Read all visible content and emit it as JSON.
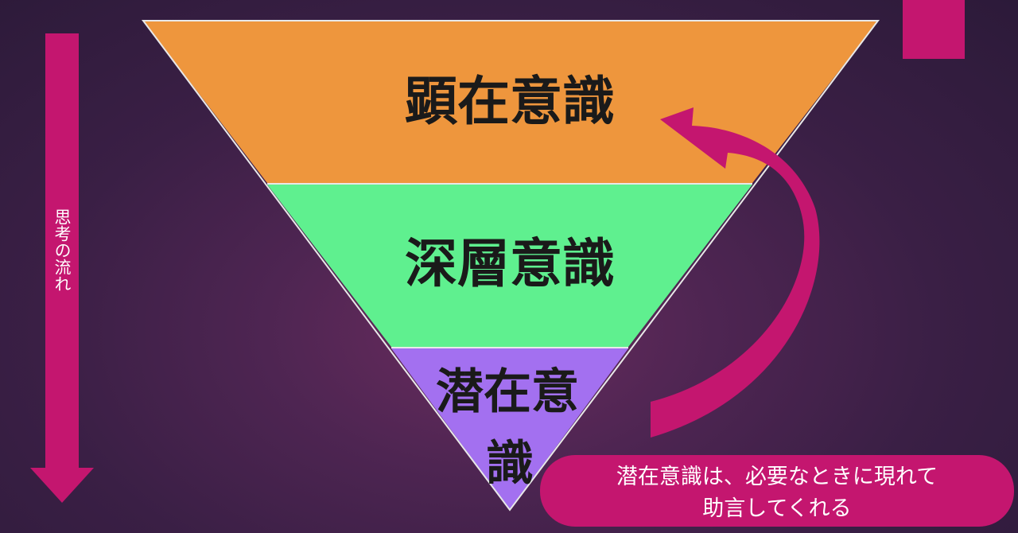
{
  "layers": {
    "top": {
      "label": "顕在意識",
      "color": "#ee963d"
    },
    "middle": {
      "label": "深層意識",
      "color": "#5ff08f"
    },
    "bottom": {
      "label_line1": "潜在意",
      "label_line2": "識",
      "color": "#a370f0"
    }
  },
  "flow_arrow": {
    "label": "思考の流れ",
    "color": "#c4166f"
  },
  "callout": {
    "line1": "潜在意識は、必要なときに現れて",
    "line2": "助言してくれる",
    "color": "#c4166f"
  },
  "colors": {
    "accent": "#c4166f",
    "triangle_outline": "#e0e0e0"
  }
}
